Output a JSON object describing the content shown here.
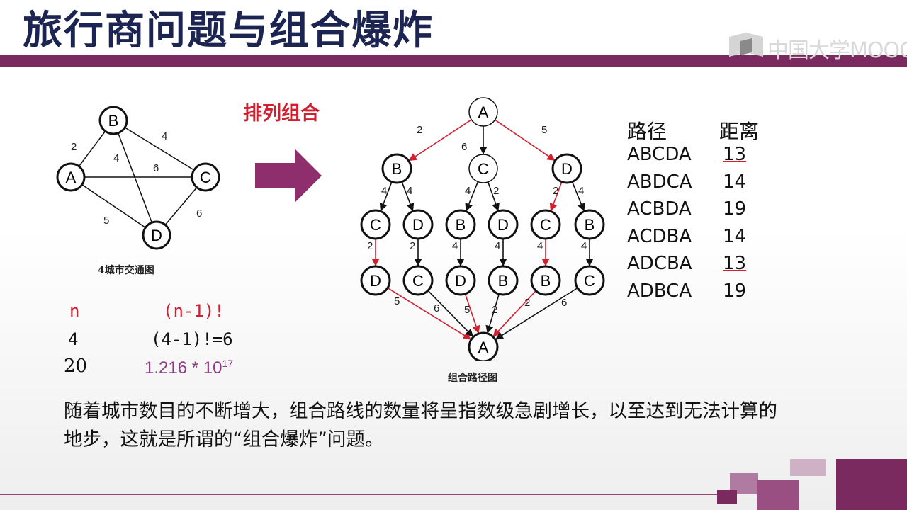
{
  "slide": {
    "title": "旅行商问题与组合爆炸",
    "logo_text": "中国大学MOOC",
    "map_caption": "4城市交通图",
    "permutation_label": "排列组合",
    "tree_caption": "组合路径图",
    "description": "随着城市数目的不断增大，组合路线的数量将呈指数级急剧增长，以至达到无法计算的地步，这就是所谓的“组合爆炸”问题。"
  },
  "colors": {
    "title": "#1c2452",
    "bar": "#7a2a5e",
    "red": "#d01f2f",
    "purple": "#8e3a84"
  },
  "city_graph": {
    "nodes": [
      "A",
      "B",
      "C",
      "D"
    ],
    "edges": [
      {
        "from": "A",
        "to": "B",
        "weight": "2"
      },
      {
        "from": "B",
        "to": "C",
        "weight": "4"
      },
      {
        "from": "B",
        "to": "D",
        "weight": "4"
      },
      {
        "from": "A",
        "to": "C",
        "weight": "6"
      },
      {
        "from": "A",
        "to": "D",
        "weight": "5"
      },
      {
        "from": "C",
        "to": "D",
        "weight": "6"
      }
    ]
  },
  "tree": {
    "root": "A",
    "level1": [
      "B",
      "C",
      "D"
    ],
    "level1_weights": [
      "2",
      "6",
      "5"
    ],
    "level2": [
      "C",
      "D",
      "B",
      "D",
      "C",
      "B"
    ],
    "level2_weights": [
      "4",
      "4",
      "4",
      "2",
      "2",
      "4"
    ],
    "level3": [
      "D",
      "C",
      "D",
      "B",
      "B",
      "C"
    ],
    "level3_weights": [
      "2",
      "2",
      "4",
      "4",
      "4",
      "4"
    ],
    "leaf": "A",
    "return_weights": [
      "5",
      "6",
      "5",
      "2",
      "2",
      "6"
    ]
  },
  "path_table": {
    "headers": {
      "path": "路径",
      "distance": "距离"
    },
    "rows": [
      {
        "path": "ABCDA",
        "distance": "13"
      },
      {
        "path": "ABDCA",
        "distance": "14"
      },
      {
        "path": "ACBDA",
        "distance": "19"
      },
      {
        "path": "ACDBA",
        "distance": "14"
      },
      {
        "path": "ADCBA",
        "distance": "13"
      },
      {
        "path": "ADBCA",
        "distance": "19"
      }
    ]
  },
  "factorial_table": {
    "header_n": "n",
    "header_value": "(n-1)!",
    "row1": {
      "n": "4",
      "value": "(4-1)!=6"
    },
    "row2": {
      "n": "20",
      "value_mantissa": "1.216 * 10",
      "value_exponent": "17"
    }
  }
}
